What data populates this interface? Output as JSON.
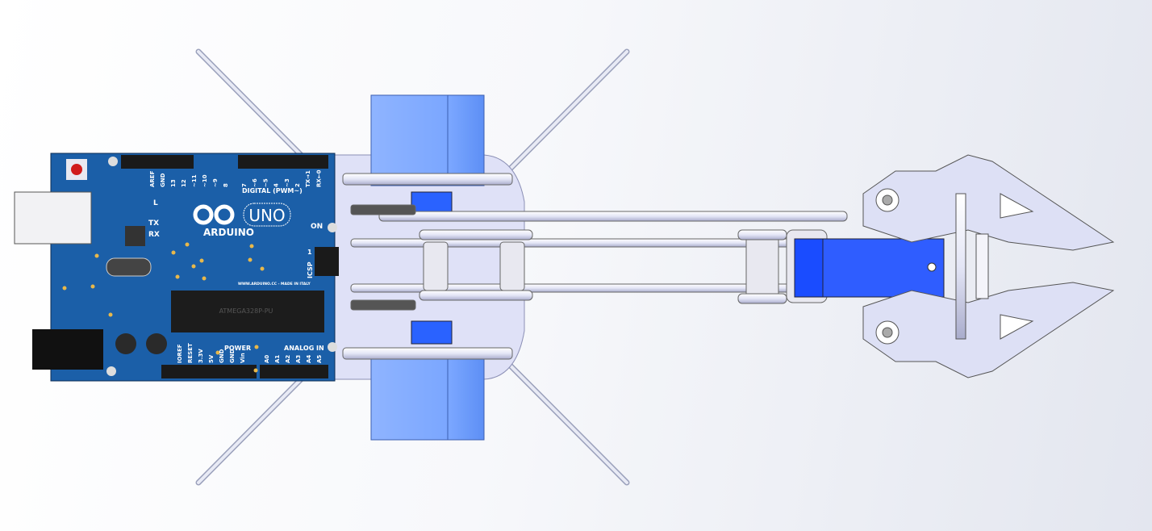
{
  "scene": {
    "background": "#f2f3f7",
    "part_colors": {
      "pcb": "#1b5fa8",
      "servo": "#7da9ff",
      "servo_dark": "#1a4cff",
      "plate": "#dfe1f7",
      "rod": "#c9cde3"
    }
  },
  "arduino": {
    "logo_text": "ARDUINO",
    "model": "UNO",
    "digital_label": "DIGITAL (PWM~)",
    "power_label": "POWER",
    "analog_label": "ANALOG IN",
    "tx": "TX",
    "rx": "RX",
    "l": "L",
    "on": "ON",
    "icsp": "ICSP",
    "icsp_pin": "1",
    "website": "WWW.ARDUINO.CC - MADE IN ITALY",
    "chip": "ATMEGA328P-PU",
    "digital_pins": [
      "AREF",
      "GND",
      "13",
      "12",
      "~11",
      "~10",
      "~9",
      "8",
      "7",
      "~6",
      "~5",
      "4",
      "~3",
      "2",
      "TX→1",
      "RX←0"
    ],
    "power_pins": [
      "IOREF",
      "RESET",
      "3.3V",
      "5V",
      "GND",
      "GND",
      "Vin"
    ],
    "analog_pins": [
      "A0",
      "A1",
      "A2",
      "A3",
      "A4",
      "A5"
    ]
  }
}
